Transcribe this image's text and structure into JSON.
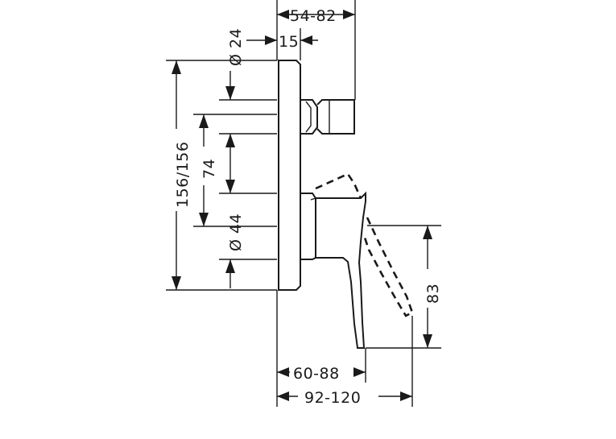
{
  "dimensions": {
    "depth_range": "54-82",
    "plate_offset": "15",
    "diameter_top": "Ø 24",
    "height_total": "156/156",
    "spacing": "74",
    "diameter_mid": "Ø 44",
    "lever_height": "83",
    "lever_depth": "60-88",
    "lever_reach": "92-120"
  },
  "colors": {
    "line": "#1a1a1a",
    "background": "#ffffff"
  }
}
